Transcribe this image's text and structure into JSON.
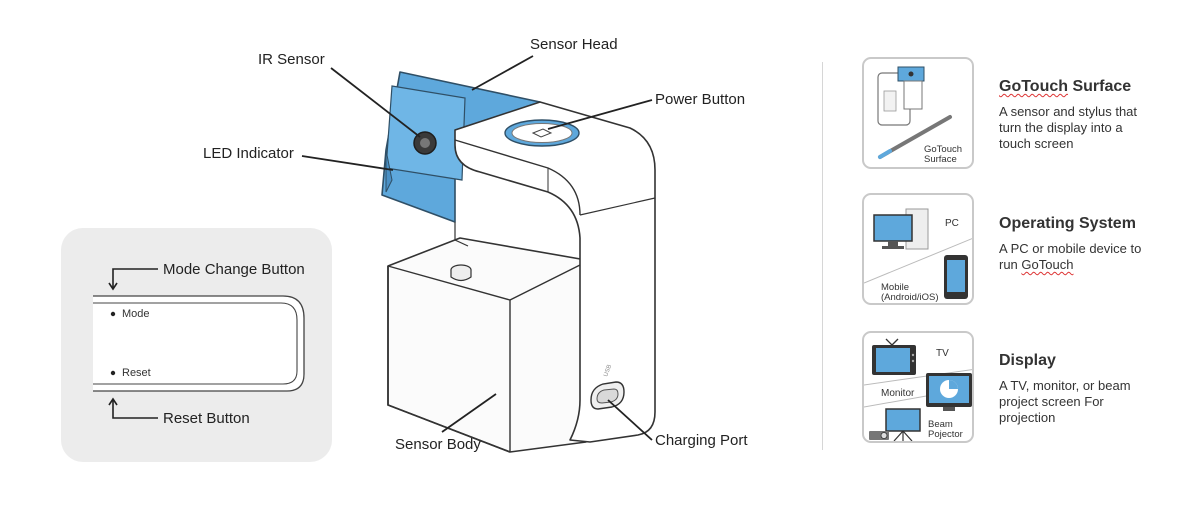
{
  "device": {
    "labels": {
      "sensor_head": "Sensor Head",
      "ir_sensor": "IR Sensor",
      "power_button": "Power Button",
      "led_indicator": "LED Indicator",
      "sensor_body": "Sensor Body",
      "charging_port": "Charging Port"
    },
    "accent_color": "#5ea8dc"
  },
  "reset_panel": {
    "mode_change_label": "Mode Change Button",
    "reset_label": "Reset Button",
    "mode_text": "Mode",
    "reset_text": "Reset"
  },
  "cards": [
    {
      "caption_line1": "GoTouch",
      "caption_line2": "Surface",
      "title_part1": "GoTouch",
      "title_part2": " Surface",
      "desc": "A sensor and stylus that turn the display into a touch screen"
    },
    {
      "pc_label": "PC",
      "mobile_line1": "Mobile",
      "mobile_line2": "(Android/iOS)",
      "title": "Operating System",
      "desc_part1": "A PC or mobile device to run ",
      "desc_part2": "GoTouch"
    },
    {
      "tv_label": "TV",
      "monitor_label": "Monitor",
      "beam_line1": "Beam",
      "beam_line2": "Pojector",
      "title": "Display",
      "desc": "A TV, monitor, or beam project screen For projection"
    }
  ]
}
